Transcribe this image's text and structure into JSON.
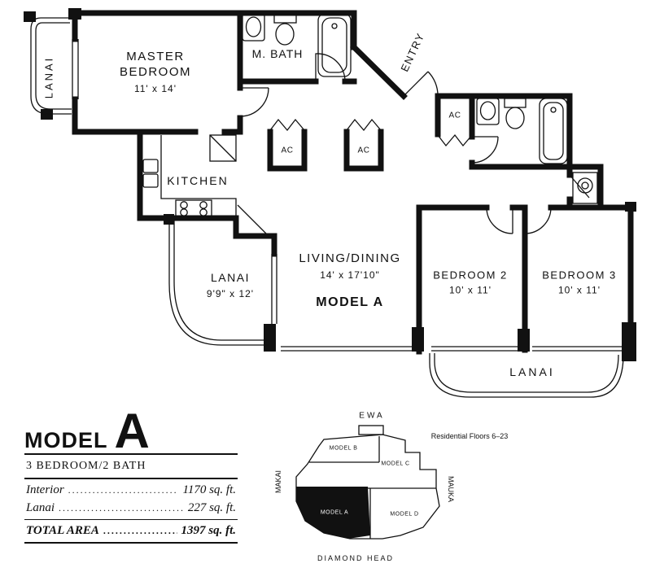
{
  "plan": {
    "lanai_top": "LANAI",
    "master_bedroom": {
      "name": "MASTER BEDROOM",
      "dims": "11' x 14'"
    },
    "m_bath": "M. BATH",
    "entry": "ENTRY",
    "ac": "AC",
    "kitchen": "KITCHEN",
    "lanai_left": {
      "name": "LANAI",
      "dims": "9'9\" x 12'"
    },
    "living": {
      "name": "LIVING/DINING",
      "dims": "14' x 17'10\"",
      "model": "MODEL A"
    },
    "bedroom2": {
      "name": "BEDROOM 2",
      "dims": "10' x 11'"
    },
    "bedroom3": {
      "name": "BEDROOM 3",
      "dims": "10' x 11'"
    },
    "lanai_right": "LANAI"
  },
  "info": {
    "model_word": "MODEL",
    "model_letter": "A",
    "bed_bath": "3 BEDROOM/2 BATH",
    "interior_label": "Interior",
    "interior_value": "1170 sq. ft.",
    "lanai_label": "Lanai",
    "lanai_value": "227 sq. ft.",
    "total_label": "TOTAL AREA",
    "total_value": "1397 sq. ft.",
    "dots": "......................................................................"
  },
  "keyplan": {
    "ewa": "EWA",
    "floors": "Residential Floors 6–23",
    "makai": "MAKAI",
    "mauka": "MAUKA",
    "diamond_head": "DIAMOND HEAD",
    "model_a": "MODEL A",
    "model_b": "MODEL B",
    "model_c": "MODEL C",
    "model_d": "MODEL D"
  }
}
